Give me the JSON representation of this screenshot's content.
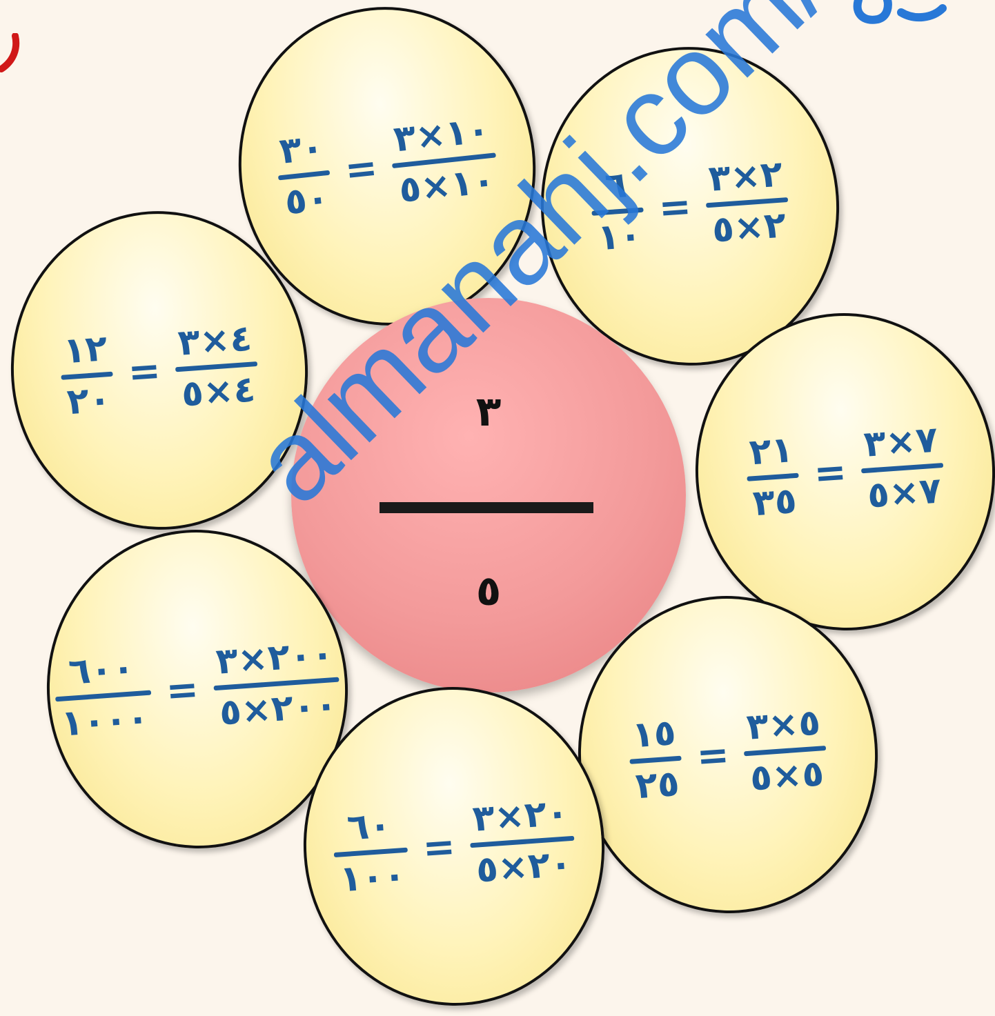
{
  "center": {
    "numerator": "٣",
    "denominator": "٥"
  },
  "bubbles": [
    {
      "result_num": "٣٠",
      "result_den": "٥٠",
      "product_num": "١٠×٣",
      "product_den": "١٠×٥"
    },
    {
      "result_num": "٦",
      "result_den": "١٠",
      "product_num": "٢×٣",
      "product_den": "٢×٥"
    },
    {
      "result_num": "١٢",
      "result_den": "٢٠",
      "product_num": "٤×٣",
      "product_den": "٤×٥"
    },
    {
      "result_num": "٢١",
      "result_den": "٣٥",
      "product_num": "٧×٣",
      "product_den": "٧×٥"
    },
    {
      "result_num": "٦٠٠",
      "result_den": "١٠٠٠",
      "product_num": "٢٠٠×٣",
      "product_den": "٢٠٠×٥"
    },
    {
      "result_num": "١٥",
      "result_den": "٢٥",
      "product_num": "٥×٣",
      "product_den": "٥×٥"
    },
    {
      "result_num": "٦٠",
      "result_den": "١٠٠",
      "product_num": "٢٠×٣",
      "product_den": "٢٠×٥"
    }
  ],
  "watermark": "almanahj.com/om",
  "colors": {
    "ink": "#1f5c9c",
    "bubble_fill": "#fff3b8",
    "center_fill": "#f39a9a",
    "watermark": "#2878d7"
  }
}
